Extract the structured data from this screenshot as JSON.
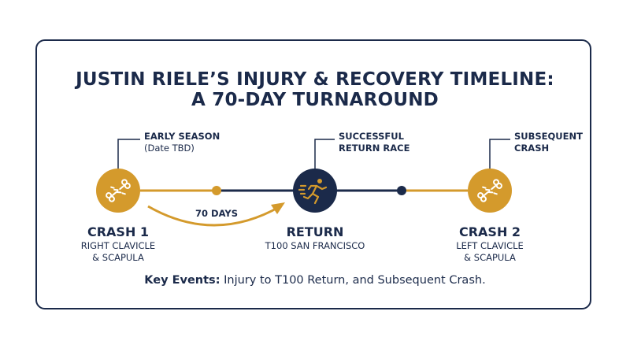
{
  "title": {
    "line1": "JUSTIN RIELE’S INJURY & RECOVERY TIMELINE:",
    "line2": "A 70-DAY TURNAROUND"
  },
  "colors": {
    "navy": "#1b2a4a",
    "gold": "#d49a2c"
  },
  "callouts": [
    {
      "title": "EARLY SEASON",
      "subtitle": "(Date TBD)"
    },
    {
      "title": "SUCCESSFUL",
      "subtitle": "RETURN RACE"
    },
    {
      "title": "SUBSEQUENT",
      "subtitle": "CRASH"
    }
  ],
  "nodes": [
    {
      "heading": "CRASH 1",
      "line1": "RIGHT CLAVICLE",
      "line2": "& SCAPULA",
      "icon": "broken-bone-icon"
    },
    {
      "heading": "RETURN",
      "line1": "T100 SAN FRANCISCO",
      "line2": "",
      "icon": "runner-icon"
    },
    {
      "heading": "CRASH 2",
      "line1": "LEFT CLAVICLE",
      "line2": "& SCAPULA",
      "icon": "broken-bone-icon"
    }
  ],
  "arc_label": "70 DAYS",
  "footer": {
    "bold": "Key Events:",
    "text": " Injury to T100 Return, and Subsequent Crash."
  }
}
